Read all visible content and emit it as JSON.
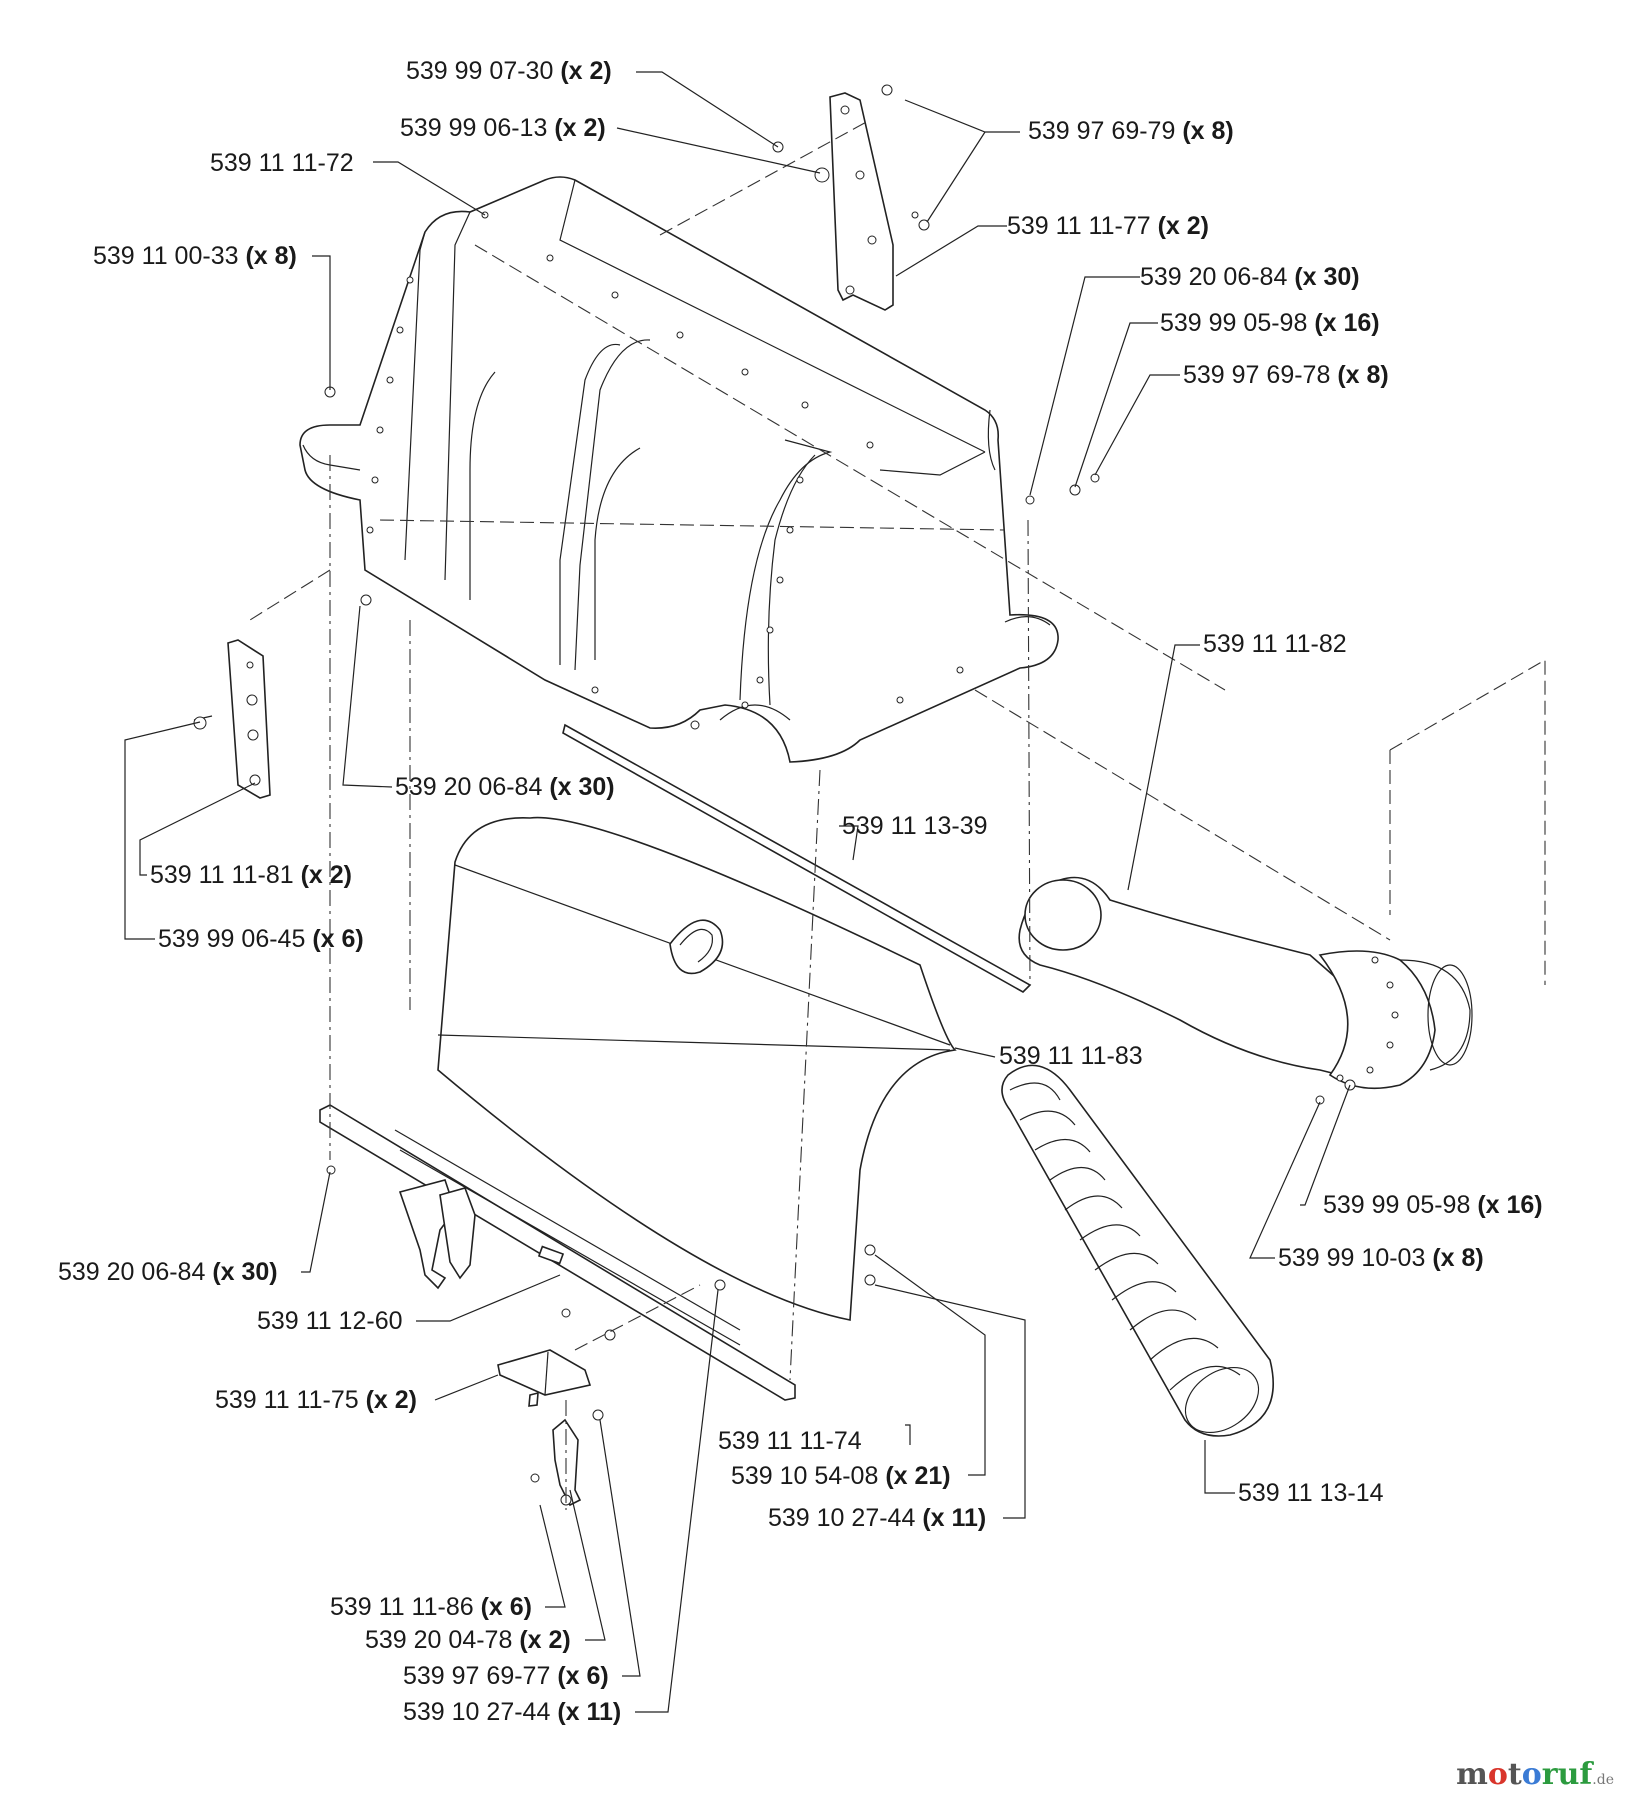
{
  "labels": [
    {
      "id": "l1",
      "part": "539 99 07-30",
      "qty": "(x 2)"
    },
    {
      "id": "l2",
      "part": "539 99 06-13",
      "qty": "(x 2)"
    },
    {
      "id": "l3",
      "part": "539 97 69-79",
      "qty": "(x 8)"
    },
    {
      "id": "l4",
      "part": "539 11 11-72",
      "qty": ""
    },
    {
      "id": "l5",
      "part": "539 11 11-77",
      "qty": "(x 2)"
    },
    {
      "id": "l6",
      "part": "539 11 00-33",
      "qty": "(x 8)"
    },
    {
      "id": "l7",
      "part": "539 20 06-84",
      "qty": "(x 30)"
    },
    {
      "id": "l8",
      "part": "539 99 05-98",
      "qty": "(x 16)"
    },
    {
      "id": "l9",
      "part": "539 97 69-78",
      "qty": "(x 8)"
    },
    {
      "id": "l10",
      "part": "539 11 11-82",
      "qty": ""
    },
    {
      "id": "l11",
      "part": "539 20 06-84",
      "qty": "(x 30)"
    },
    {
      "id": "l12",
      "part": "539 11 13-39",
      "qty": ""
    },
    {
      "id": "l13",
      "part": "539 11 11-81",
      "qty": "(x 2)"
    },
    {
      "id": "l14",
      "part": "539 99 06-45",
      "qty": "(x 6)"
    },
    {
      "id": "l15",
      "part": "539 11 11-83",
      "qty": ""
    },
    {
      "id": "l16",
      "part": "539 99 05-98",
      "qty": "(x 16)"
    },
    {
      "id": "l17",
      "part": "539 99 10-03",
      "qty": "(x 8)"
    },
    {
      "id": "l18",
      "part": "539 20 06-84",
      "qty": "(x 30)"
    },
    {
      "id": "l19",
      "part": "539 11 12-60",
      "qty": ""
    },
    {
      "id": "l20",
      "part": "539 11 11-75",
      "qty": "(x 2)"
    },
    {
      "id": "l21",
      "part": "539 11 11-74",
      "qty": ""
    },
    {
      "id": "l22",
      "part": "539 10 54-08",
      "qty": "(x 21)"
    },
    {
      "id": "l23",
      "part": "539 10 27-44",
      "qty": "(x 11)"
    },
    {
      "id": "l24",
      "part": "539 11 13-14",
      "qty": ""
    },
    {
      "id": "l25",
      "part": "539 11 11-86",
      "qty": "(x 6)"
    },
    {
      "id": "l26",
      "part": "539 20 04-78",
      "qty": "(x 2)"
    },
    {
      "id": "l27",
      "part": "539 97 69-77",
      "qty": "(x 6)"
    },
    {
      "id": "l28",
      "part": "539 10 27-44",
      "qty": "(x 11)"
    }
  ],
  "watermark": {
    "text_a": "m",
    "text_o1": "o",
    "text_b": "t",
    "text_o2": "o",
    "text_c": "ruf",
    "text_de": ".de"
  }
}
